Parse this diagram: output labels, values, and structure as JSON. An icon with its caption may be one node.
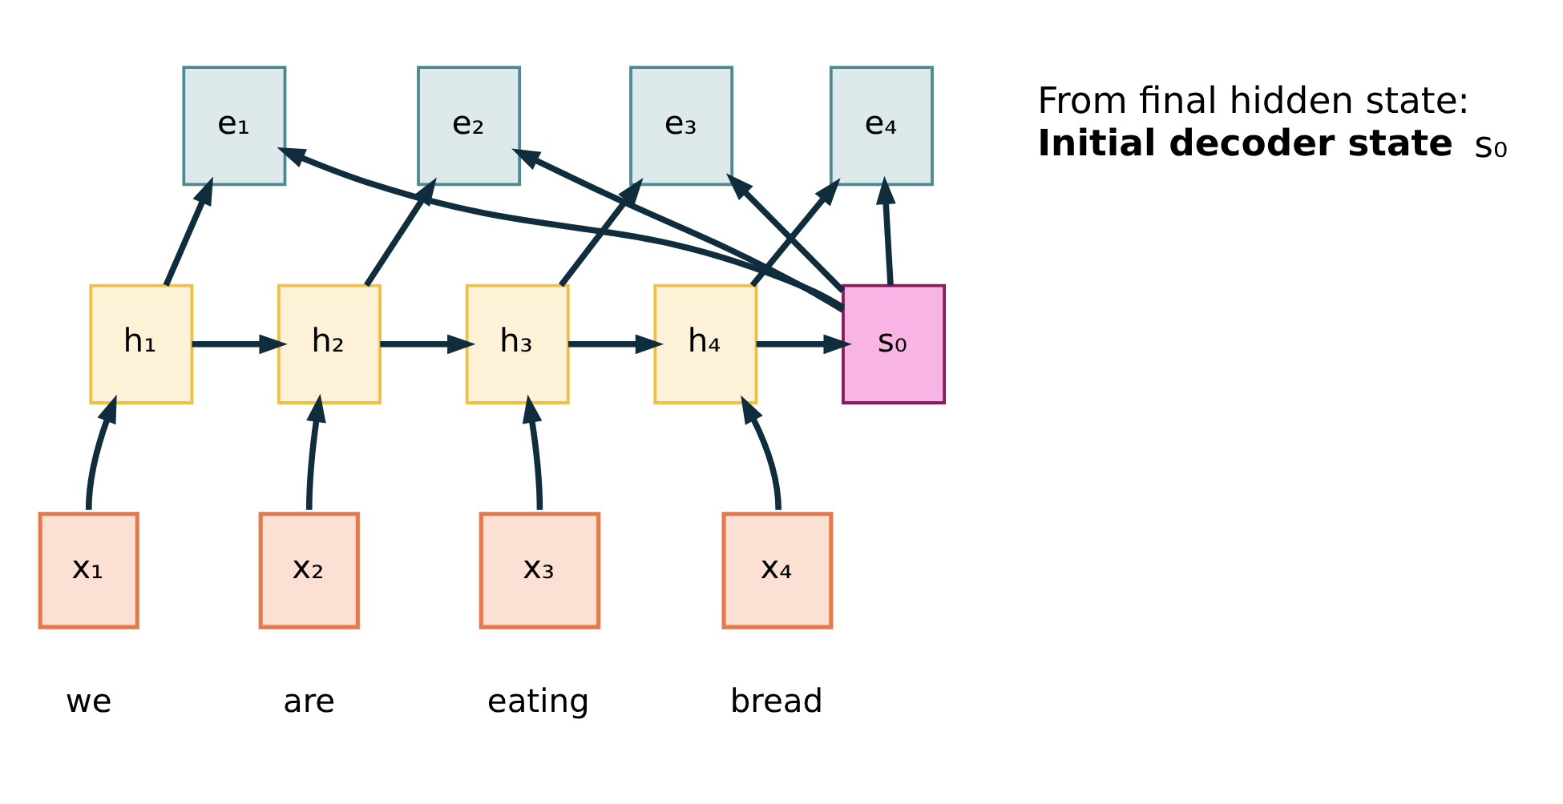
{
  "diagram": {
    "nodes": [
      {
        "text": [
          "e₁"
        ]
      },
      {
        "text": [
          "e₂"
        ]
      },
      {
        "text": [
          "e₃"
        ]
      },
      {
        "text": [
          "e₄"
        ]
      },
      {
        "text": [
          "h₁"
        ]
      },
      {
        "text": [
          "h₂"
        ]
      },
      {
        "text": [
          "h₃"
        ]
      },
      {
        "text": [
          "h₄"
        ]
      },
      {
        "text": [
          "s₀"
        ]
      },
      {
        "text": [
          "x₁"
        ],
        "beside": [
          "we"
        ]
      },
      {
        "text": [
          "x₂"
        ],
        "beside": [
          "are"
        ]
      },
      {
        "text": [
          "x₃"
        ],
        "beside": [
          "eating"
        ]
      },
      {
        "text": [
          "x₄"
        ],
        "beside": [
          "bread"
        ]
      }
    ],
    "edges": [
      {
        "from": 9,
        "to": 4,
        "arrow": "to"
      },
      {
        "from": 10,
        "to": 5,
        "arrow": "to"
      },
      {
        "from": 11,
        "to": 6,
        "arrow": "to"
      },
      {
        "from": 12,
        "to": 7,
        "arrow": "to"
      },
      {
        "from": 4,
        "to": 5,
        "arrow": "to"
      },
      {
        "from": 5,
        "to": 6,
        "arrow": "to"
      },
      {
        "from": 6,
        "to": 7,
        "arrow": "to"
      },
      {
        "from": 7,
        "to": 8,
        "arrow": "to"
      },
      {
        "from": 4,
        "to": 0,
        "arrow": "to"
      },
      {
        "from": 5,
        "to": 1,
        "arrow": "to"
      },
      {
        "from": 6,
        "to": 2,
        "arrow": "to"
      },
      {
        "from": 7,
        "to": 3,
        "arrow": "to"
      },
      {
        "from": 8,
        "to": 0,
        "arrow": "to"
      },
      {
        "from": 8,
        "to": 1,
        "arrow": "to"
      },
      {
        "from": 8,
        "to": 2,
        "arrow": "to"
      },
      {
        "from": 8,
        "to": 3,
        "arrow": "to"
      }
    ],
    "labels": [
      "From final hidden state:",
      "**Initial decoder state** s₀"
    ]
  }
}
